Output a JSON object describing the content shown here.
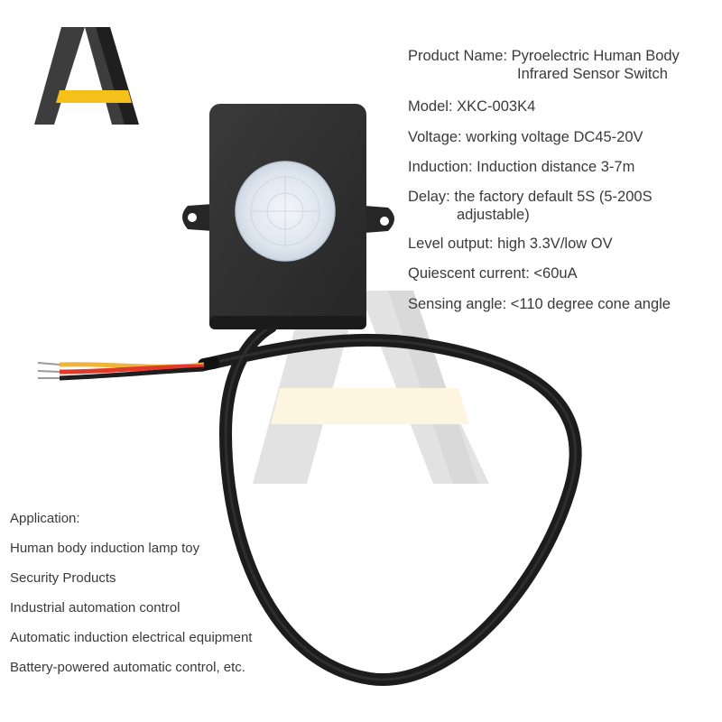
{
  "brand": {
    "logo_icon": "aa-brand-logo",
    "colors": {
      "dark": "#3d3d3d",
      "darker": "#1f1f1f",
      "accent": "#f5c019"
    }
  },
  "watermark": {
    "icon": "aa-brand-watermark",
    "colors": {
      "gray": "#e2e2e2",
      "yellow": "#fdf5e0"
    }
  },
  "product_image": {
    "icon": "pir-sensor-device",
    "body_color": "#2b2b2b",
    "lens_color": "#dfe7ef",
    "wire_colors": [
      "#f0b43a",
      "#e23a2a",
      "#1e1e1e"
    ]
  },
  "specs": [
    {
      "label": "Product Name:",
      "value": "Pyroelectric Human Body",
      "value_cont": "Infrared Sensor Switch"
    },
    {
      "label": "Model:",
      "value": "XKC-003K4"
    },
    {
      "label": "Voltage:",
      "value": "working voltage DC45-20V"
    },
    {
      "label": "Induction:",
      "value": "Induction distance 3-7m"
    },
    {
      "label": "Delay:",
      "value": "the factory default 5S (5-200S",
      "value_cont": "adjustable)"
    },
    {
      "label": "Level output:",
      "value": "high 3.3V/low OV"
    },
    {
      "label": "Quiescent current:",
      "value": "<60uA"
    },
    {
      "label": "Sensing angle:",
      "value": "<110 degree cone angle"
    }
  ],
  "applications": {
    "title": "Application:",
    "items": [
      "Human body induction lamp toy",
      "Security Products",
      "Industrial automation control",
      "Automatic induction electrical equipment",
      "Battery-powered automatic control, etc."
    ]
  }
}
